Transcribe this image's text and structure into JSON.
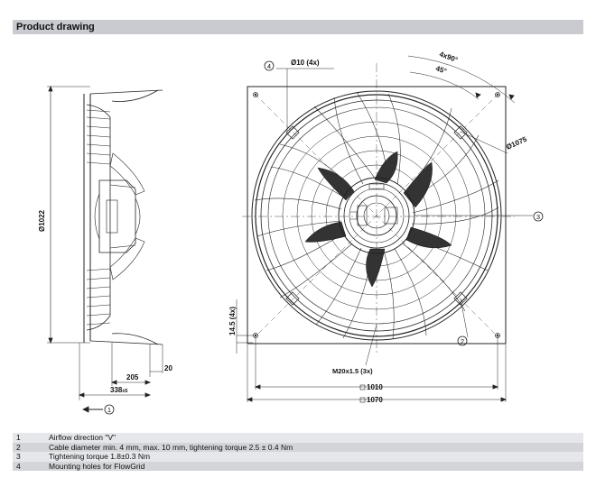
{
  "section_title": "Product drawing",
  "dims": {
    "holes": "Ø10 (4x)",
    "angle_90": "4x90°",
    "angle_45": "45°",
    "dia_1075": "Ø1075",
    "dia_1022": "Ø1022",
    "slots": "14.5 (4x)",
    "cable": "M20x1.5 (3x)",
    "sq_1010": "1010",
    "sq_1070": "1070",
    "d205": "205",
    "d20": "20",
    "d338": "338",
    "d338_tol": "±5"
  },
  "callouts": {
    "c1": "1",
    "c2": "2",
    "c3": "3",
    "c4": "4"
  },
  "legend": [
    {
      "num": "1",
      "text": "Airflow direction \"V\""
    },
    {
      "num": "2",
      "text": "Cable diameter min. 4 mm, max. 10 mm, tightening torque 2.5 ± 0.4 Nm"
    },
    {
      "num": "3",
      "text": "Tightening torque 1.8±0.3 Nm"
    },
    {
      "num": "4",
      "text": "Mounting holes for FlowGrid"
    }
  ]
}
